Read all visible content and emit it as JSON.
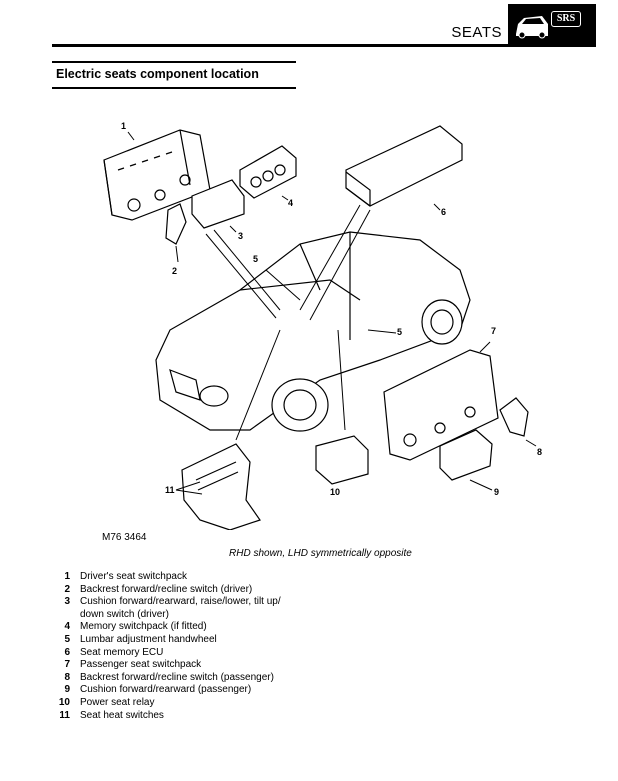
{
  "header": {
    "section": "SEATS",
    "badge": "SRS"
  },
  "page": {
    "title": "Electric seats component location"
  },
  "figure": {
    "ref": "M76 3464",
    "caption": "RHD shown, LHD symmetrically opposite",
    "callouts": [
      "1",
      "2",
      "3",
      "4",
      "5",
      "5",
      "6",
      "7",
      "8",
      "9",
      "10",
      "11"
    ]
  },
  "legend": [
    {
      "num": "1",
      "text": "Driver's seat switchpack"
    },
    {
      "num": "2",
      "text": "Backrest forward/recline switch (driver)"
    },
    {
      "num": "3",
      "text": "Cushion forward/rearward, raise/lower, tilt up/\ndown switch (driver)"
    },
    {
      "num": "4",
      "text": "Memory switchpack (if fitted)"
    },
    {
      "num": "5",
      "text": "Lumbar adjustment handwheel"
    },
    {
      "num": "6",
      "text": "Seat memory ECU"
    },
    {
      "num": "7",
      "text": "Passenger seat switchpack"
    },
    {
      "num": "8",
      "text": "Backrest forward/recline switch (passenger)"
    },
    {
      "num": "9",
      "text": "Cushion forward/rearward (passenger)"
    },
    {
      "num": "10",
      "text": "Power seat relay"
    },
    {
      "num": "11",
      "text": "Seat heat switches"
    }
  ]
}
